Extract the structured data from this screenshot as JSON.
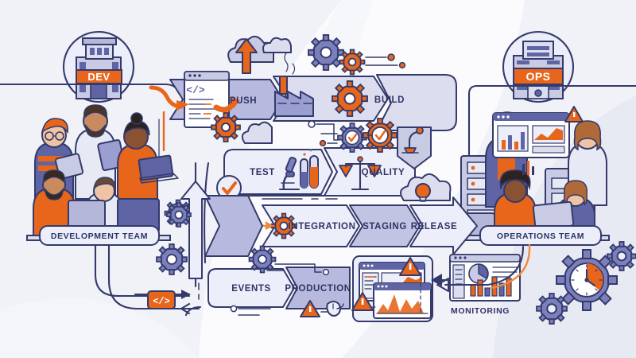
{
  "illustration": {
    "title": "DevOps Pipeline Infographic",
    "background_color": "#fbfbfd"
  },
  "palette": {
    "outline": "#343a6b",
    "orange": "#e8661c",
    "orange_light": "#f08a3c",
    "periwinkle": "#7b80bd",
    "periwinkle_dark": "#5f64a5",
    "lavender_fill": "#c9cbe4",
    "lavender_light": "#dcdeef",
    "panel_fill": "#eceefa",
    "white": "#ffffff",
    "skin_dark": "#8a5233",
    "skin_mid": "#c98b5e",
    "skin_light": "#efc4a4",
    "hair_grey": "#d6d8e8"
  },
  "badges": {
    "dev": {
      "label": "DEV",
      "icon": "office-building-icon"
    },
    "ops": {
      "label": "OPS",
      "icon": "server-rack-icon"
    }
  },
  "teams": {
    "development": {
      "label": "DEVELOPMENT TEAM",
      "member_count": 5
    },
    "operations": {
      "label": "OPERATIONS TEAM",
      "member_count": 4
    }
  },
  "pipeline_stages": [
    {
      "id": "push",
      "label": "PUSH",
      "icon": "code-window-icon",
      "row": "top"
    },
    {
      "id": "build",
      "label": "BUILD",
      "icon": "gear-icon",
      "row": "top"
    },
    {
      "id": "test",
      "label": "TEST",
      "icon": "microscope-icon",
      "row": "middle"
    },
    {
      "id": "quality",
      "label": "QUALITY",
      "icon": "scales-icon",
      "row": "middle"
    },
    {
      "id": "integration",
      "label": "INTEGRATION",
      "icon": "gear-icon",
      "row": "center"
    },
    {
      "id": "staging",
      "label": "STAGING",
      "icon": "none",
      "row": "center"
    },
    {
      "id": "release",
      "label": "RELEASE",
      "icon": "arrow-right-icon",
      "row": "center"
    },
    {
      "id": "events",
      "label": "EVENTS",
      "icon": "gear-icon",
      "row": "bottom"
    },
    {
      "id": "production",
      "label": "PRODUCTION",
      "icon": "none",
      "row": "bottom"
    }
  ],
  "monitoring": {
    "label": "MONITORING",
    "icon": "dashboard-chart-icon"
  },
  "decorative_icons": [
    "cloud-icon",
    "up-arrow-icon",
    "factory-icon",
    "gear-icon",
    "check-gear-icon",
    "robot-arm-icon",
    "test-tube-icon",
    "lightbulb-cloud-icon",
    "warning-triangle-icon",
    "clock-gear-icon",
    "code-tag-icon",
    "checkmark-circle-icon",
    "mouse-icon",
    "chart-window-icon"
  ]
}
